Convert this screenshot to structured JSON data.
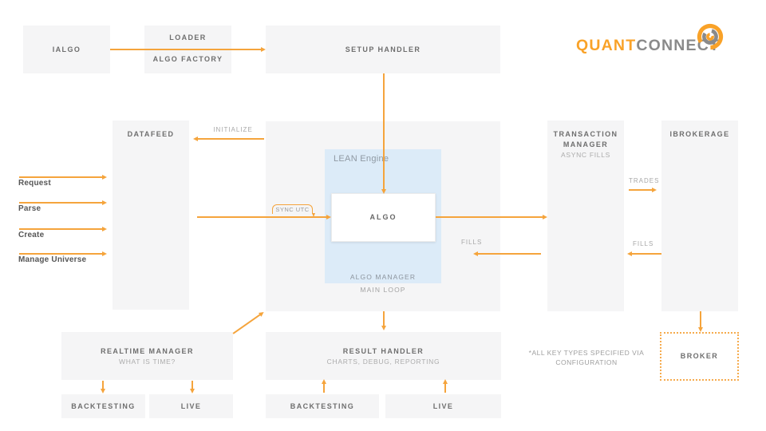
{
  "logo": {
    "quant": "QUANT",
    "connect": "CONNECT",
    "orange": "#F9A228",
    "gray": "#8a8a8a"
  },
  "colors": {
    "accent_orange": "#F5A43C",
    "box_fill": "#f5f5f6",
    "lean_blue": "#dcebf8",
    "label_gray": "#6e6e6e",
    "sub_gray": "#acacac"
  },
  "boxes": {
    "ialgo": {
      "label": "IALGO"
    },
    "loader": {
      "line1": "LOADER",
      "line2": "ALGO FACTORY"
    },
    "setup": {
      "label": "SETUP HANDLER"
    },
    "datafeed": {
      "label": "DATAFEED"
    },
    "transaction": {
      "line1": "TRANSACTION",
      "line2": "MANAGER",
      "sub": "ASYNC FILLS"
    },
    "ibrokerage": {
      "label": "IBROKERAGE"
    },
    "realtime": {
      "label": "REALTIME MANAGER",
      "sub": "WHAT IS TIME?"
    },
    "result": {
      "label": "RESULT HANDLER",
      "sub": "CHARTS, DEBUG, REPORTING"
    },
    "backtesting_left": {
      "label": "BACKTESTING"
    },
    "live_left": {
      "label": "LIVE"
    },
    "backtesting_center": {
      "label": "BACKTESTING"
    },
    "live_center": {
      "label": "LIVE"
    },
    "broker": {
      "label": "BROKER"
    }
  },
  "lean": {
    "title": "LEAN Engine",
    "algo": "ALGO",
    "algo_manager": "ALGO MANAGER",
    "main_loop": "MAIN LOOP"
  },
  "arrow_labels": {
    "initialize": "INITIALIZE",
    "sync_utc": "SYNC UTC",
    "fills_center": "FILLS",
    "trades": "TRADES",
    "fills_right": "FILLS"
  },
  "left_labels": [
    "Request",
    "Parse",
    "Create",
    "Manage Universe"
  ],
  "note": {
    "line1": "*ALL KEY TYPES SPECIFIED VIA",
    "line2": "CONFIGURATION"
  }
}
